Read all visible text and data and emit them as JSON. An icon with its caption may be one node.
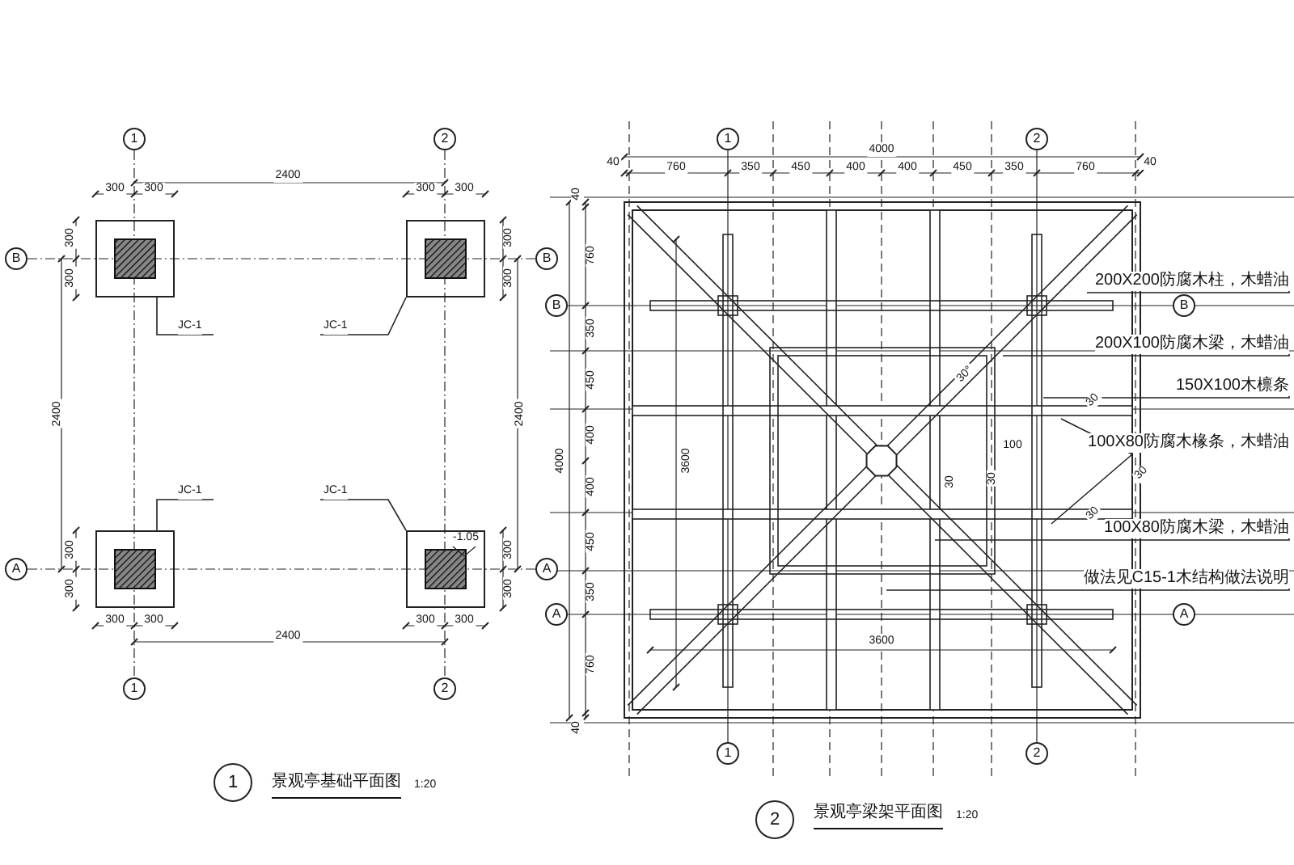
{
  "diagram": {
    "nodes": [
      {
        "text": [
          "1"
        ]
      },
      {
        "text": [
          "2"
        ]
      },
      {
        "text": [
          "B"
        ]
      },
      {
        "text": [
          "B"
        ]
      },
      {
        "text": [
          "A"
        ]
      },
      {
        "text": [
          "A"
        ]
      },
      {
        "text": [
          "1"
        ]
      },
      {
        "text": [
          "2"
        ]
      },
      {
        "text": [],
        "shape": "box"
      },
      {
        "text": [],
        "shape": "box"
      },
      {
        "text": [],
        "shape": "box"
      },
      {
        "text": [],
        "shape": "box"
      },
      {
        "text": [
          "JC-1"
        ]
      },
      {
        "text": [
          "JC-1"
        ]
      },
      {
        "text": [
          "JC-1"
        ]
      },
      {
        "text": [
          "JC-1"
        ]
      },
      {
        "text": [
          "1"
        ],
        "beside": [
          "景观亭基础平面图",
          "1:20"
        ]
      },
      {
        "text": [
          "1"
        ]
      },
      {
        "text": [
          "2"
        ]
      },
      {
        "text": [
          "B"
        ]
      },
      {
        "text": [
          "B"
        ]
      },
      {
        "text": [
          "A"
        ]
      },
      {
        "text": [
          "A"
        ]
      },
      {
        "text": [
          "1"
        ]
      },
      {
        "text": [
          "2"
        ]
      },
      {
        "text": [
          "200X200防腐木柱，木蜡油"
        ]
      },
      {
        "text": [
          "200X100防腐木梁，木蜡油"
        ]
      },
      {
        "text": [
          "150X100木檩条"
        ]
      },
      {
        "text": [
          "100X80防腐木椽条，木蜡油"
        ]
      },
      {
        "text": [
          "100X80防腐木梁，木蜡油"
        ]
      },
      {
        "text": [
          "做法见C15-1木结构做法说明"
        ]
      },
      {
        "text": [
          "2"
        ],
        "beside": [
          "景观亭梁架平面图",
          "1:20"
        ]
      }
    ],
    "edges": [
      {
        "from": 12,
        "to": 8,
        "arrow": "none"
      },
      {
        "from": 13,
        "to": 9,
        "arrow": "none"
      },
      {
        "from": 14,
        "to": 10,
        "arrow": "none"
      },
      {
        "from": 15,
        "to": 11,
        "arrow": "none"
      },
      {
        "from": 25,
        "to": null,
        "arrow": "none"
      },
      {
        "from": 26,
        "to": null,
        "arrow": "none"
      },
      {
        "from": 27,
        "to": null,
        "arrow": "none"
      },
      {
        "from": 28,
        "to": null,
        "arrow": "none"
      },
      {
        "from": 28,
        "to": null,
        "arrow": "none"
      },
      {
        "from": 29,
        "to": null,
        "arrow": "none"
      },
      {
        "from": 30,
        "to": null,
        "arrow": "none"
      }
    ],
    "labels": [
      "2400",
      "300",
      "300",
      "300",
      "300",
      "300",
      "300",
      "300",
      "300",
      "2400",
      "2400",
      "300",
      "300",
      "300",
      "300",
      "-1.05",
      "300",
      "300",
      "300",
      "300",
      "2400",
      "40",
      "4000",
      "40",
      "760",
      "350",
      "450",
      "400",
      "400",
      "450",
      "350",
      "760",
      "40",
      "760",
      "350",
      "450",
      "4000",
      "400",
      "400",
      "450",
      "350",
      "760",
      "40",
      "30°",
      "100",
      "3600",
      "30",
      "30",
      "30",
      "30",
      "30",
      "3600"
    ]
  }
}
